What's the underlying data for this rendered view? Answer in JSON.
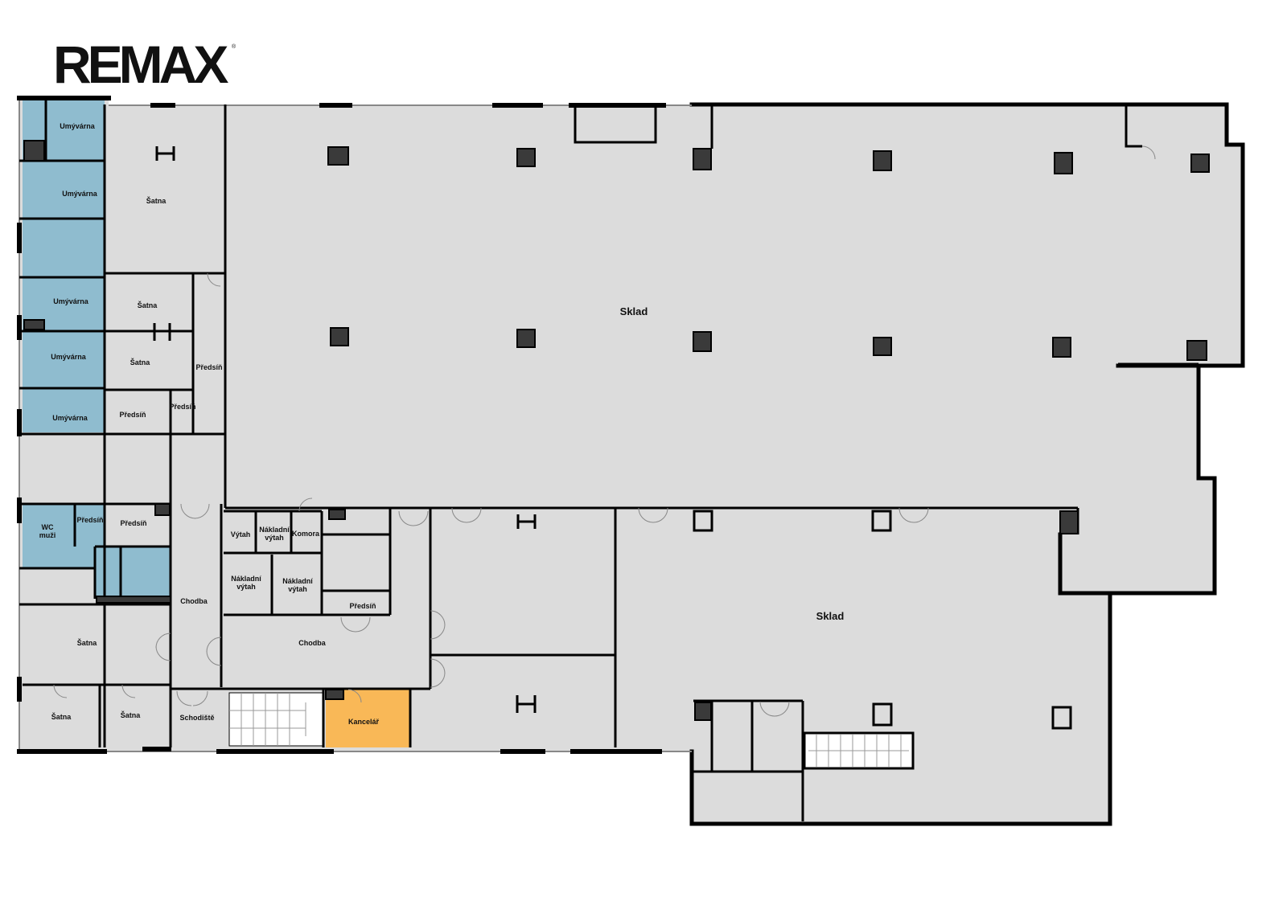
{
  "logo": {
    "text": "REMAX",
    "mark": "®"
  },
  "colors": {
    "floor": "#dcdcdc",
    "wet": "#8fbccf",
    "office": "#f9b857",
    "wall": "#000000",
    "column": "#3a3a3a"
  },
  "rooms": {
    "sklad_upper": "Sklad",
    "sklad_lower": "Sklad",
    "umyvarna_1": "Umývárna",
    "umyvarna_2": "Umývárna",
    "umyvarna_3": "Umývárna",
    "umyvarna_4": "Umývárna",
    "umyvarna_5": "Umývárna",
    "satna_1": "Šatna",
    "satna_2": "Šatna",
    "satna_3": "Šatna",
    "satna_4": "Šatna",
    "satna_5": "Šatna",
    "satna_6": "Šatna",
    "predsin_1": "Předsíň",
    "predsin_2": "Předsíň",
    "predsin_3": "Předsíň",
    "predsin_4": "Předsíň",
    "predsin_5": "Předsíň",
    "predsin_6": "Předsíň",
    "wc_muzi_1": "WC",
    "wc_muzi_2": "muži",
    "vytah": "Výtah",
    "nakladni_vytah_1a": "Nákladní",
    "nakladni_vytah_1b": "výtah",
    "nakladni_vytah_2a": "Nákladní",
    "nakladni_vytah_2b": "výtah",
    "nakladni_vytah_3a": "Nákladní",
    "nakladni_vytah_3b": "výtah",
    "komora": "Komora",
    "chodba_1": "Chodba",
    "chodba_2": "Chodba",
    "schodiste": "Schodiště",
    "kancelar": "Kancelář"
  }
}
